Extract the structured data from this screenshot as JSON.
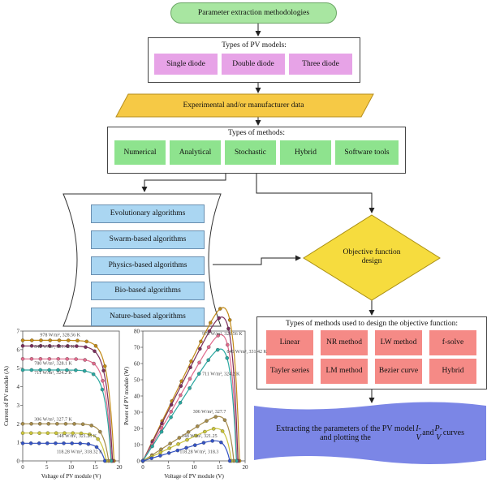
{
  "start": "Parameter extraction methodologies",
  "models": {
    "title": "Types of PV models:",
    "items": [
      "Single diode",
      "Double diode",
      "Three diode"
    ]
  },
  "data_step": "Experimental and/or manufacturer data",
  "methods": {
    "title": "Types of methods:",
    "items": [
      "Numerical",
      "Analytical",
      "Stochastic",
      "Hybrid",
      "Software tools"
    ]
  },
  "algorithms": [
    "Evolutionary algorithms",
    "Swarm-based algorithms",
    "Physics-based algorithms",
    "Bio-based algorithms",
    "Nature-based algorithms"
  ],
  "decision": "Objective function design",
  "objective": {
    "title": "Types of methods used to design the objective function:",
    "items": [
      "Linear",
      "NR method",
      "LW method",
      "f-solve",
      "Tayler series",
      "LM method",
      "Bezier curve",
      "Hybrid"
    ]
  },
  "final_step": "Extracting the parameters of the PV model and plotting the I-V and P-V curves",
  "colors": {
    "start": "#a8e6a1",
    "models": "#e7a3e7",
    "data": "#f6c945",
    "methods": "#8ee38e",
    "algorithms": "#aad6f2",
    "decision": "#f6dc3e",
    "objective": "#f58a86",
    "final": "#7b86e6"
  },
  "chart_data": [
    {
      "type": "line",
      "xlabel": "Voltage of PV module (V)",
      "ylabel": "Current of PV module (A)",
      "xlim": [
        0,
        20
      ],
      "ylim": [
        0,
        7
      ],
      "xticks": [
        0,
        5,
        10,
        15,
        20
      ],
      "yticks": [
        0,
        1,
        2,
        3,
        4,
        5,
        6,
        7
      ],
      "annotations": [
        "978 W/m², 328.56 K",
        "840 W/m², 331.42 K",
        "780 W/m², 328.1 K",
        "711 W/m², 324.2 K",
        "306 W/m², 327.7 K",
        "148 W/m², 321.25 K",
        "118.28 W/m², 318.32 K"
      ],
      "series": [
        {
          "name": "978 W/m², 328.56 K",
          "color": "#c28a16",
          "isc": 6.5,
          "voc": 18.9
        },
        {
          "name": "840 W/m², 331.42 K",
          "color": "#7a2e5c",
          "isc": 6.2,
          "voc": 18.6
        },
        {
          "name": "780 W/m², 328.1 K",
          "color": "#e06a8c",
          "isc": 5.5,
          "voc": 18.4
        },
        {
          "name": "711 W/m², 324.2 K",
          "color": "#2aa7a0",
          "isc": 4.9,
          "voc": 18.3
        },
        {
          "name": "306 W/m², 327.7 K",
          "color": "#a58b4a",
          "isc": 2.0,
          "voc": 17.8
        },
        {
          "name": "148 W/m², 321.25 K",
          "color": "#c9c33a",
          "isc": 1.5,
          "voc": 17.3
        },
        {
          "name": "118.28 W/m², 318.32 K",
          "color": "#3453c4",
          "isc": 0.95,
          "voc": 17.0
        }
      ]
    },
    {
      "type": "line",
      "xlabel": "Voltage of PV module (V)",
      "ylabel": "Power of PV module (W)",
      "xlim": [
        0,
        20
      ],
      "ylim": [
        0,
        80
      ],
      "xticks": [
        0,
        5,
        10,
        15,
        20
      ],
      "yticks": [
        0,
        10,
        20,
        30,
        40,
        50,
        60,
        70,
        80
      ],
      "annotations": [
        "978 W/m², 328.56 K",
        "840 W/m², 331.42 K",
        "711 W/m², 324.2 K",
        "306 W/m², 327.7",
        "148 W/m², 321.25",
        "118.28 W/m², 318.3"
      ],
      "series": [
        {
          "name": "978 W/m², 328.56 K",
          "color": "#c28a16",
          "isc": 6.5,
          "voc": 18.9
        },
        {
          "name": "840 W/m², 331.42 K",
          "color": "#7a2e5c",
          "isc": 6.2,
          "voc": 18.6
        },
        {
          "name": "780 W/m², 328.1 K",
          "color": "#e06a8c",
          "isc": 5.5,
          "voc": 18.4
        },
        {
          "name": "711 W/m², 324.2 K",
          "color": "#2aa7a0",
          "isc": 4.9,
          "voc": 18.3
        },
        {
          "name": "306 W/m², 327.7",
          "color": "#a58b4a",
          "isc": 2.0,
          "voc": 17.8
        },
        {
          "name": "148 W/m², 321.25",
          "color": "#c9c33a",
          "isc": 1.5,
          "voc": 17.3
        },
        {
          "name": "118.28 W/m², 318.3",
          "color": "#3453c4",
          "isc": 0.95,
          "voc": 17.0
        }
      ]
    }
  ]
}
